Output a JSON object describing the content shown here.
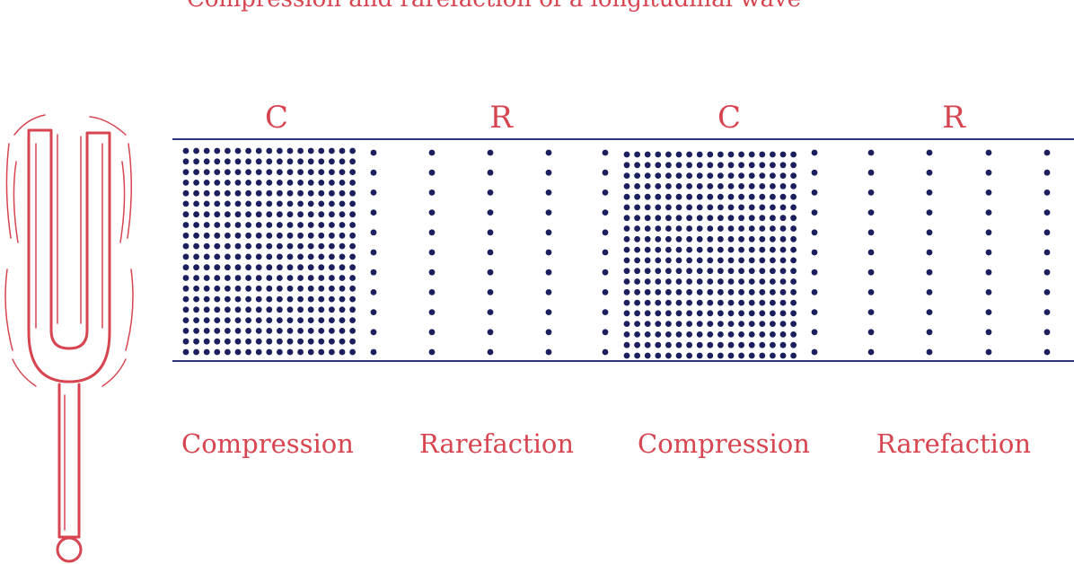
{
  "title": "Compression and rarefaction of a longitudinal wave",
  "regions": [
    {
      "letter": "C",
      "label": "Compression",
      "kind": "compression"
    },
    {
      "letter": "R",
      "label": "Rarefaction",
      "kind": "rarefaction"
    },
    {
      "letter": "C",
      "label": "Compression",
      "kind": "compression"
    },
    {
      "letter": "R",
      "label": "Rarefaction",
      "kind": "rarefaction"
    }
  ],
  "colors": {
    "accent": "#d64550",
    "particles": "#1c1f5e",
    "boundary": "#2e3380",
    "fork": "#d64550"
  },
  "icons": {
    "source": "tuning-fork-icon"
  }
}
